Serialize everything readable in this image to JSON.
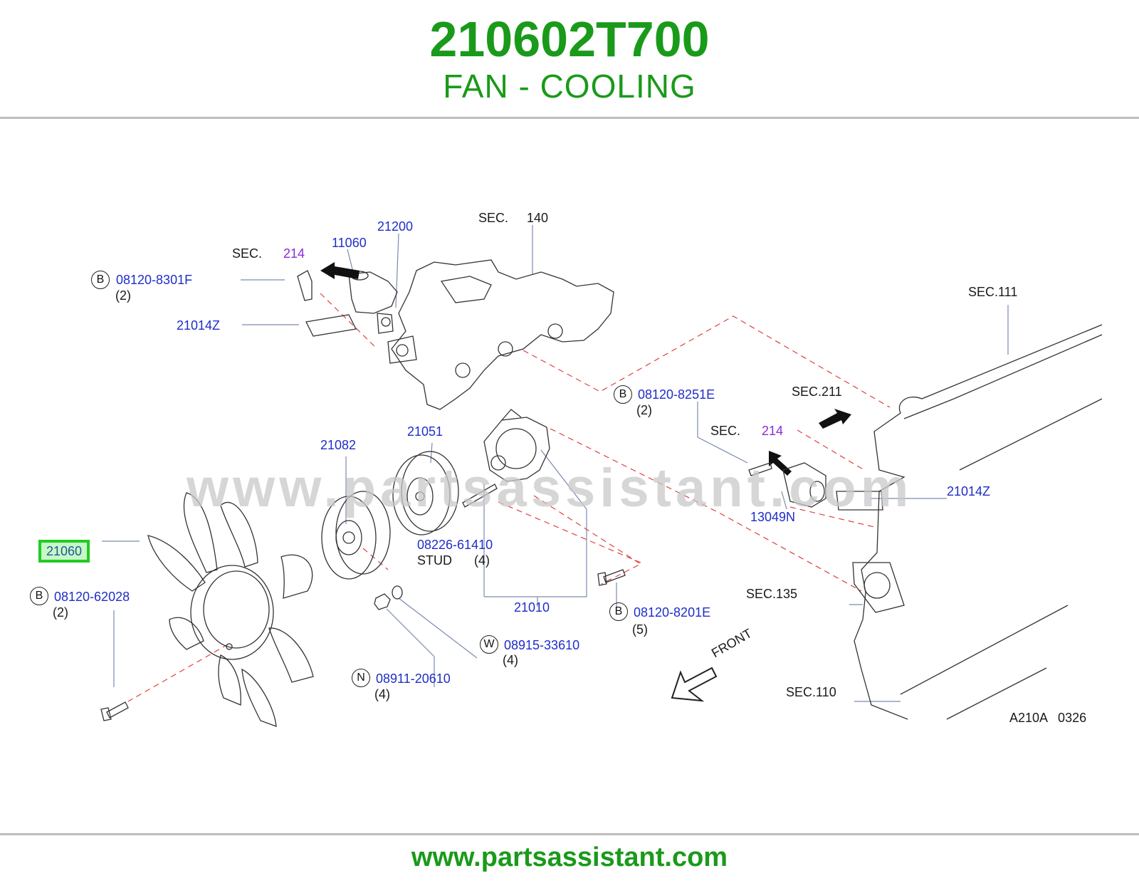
{
  "header": {
    "part_number": "210602T700",
    "title": "FAN - COOLING"
  },
  "watermark": "www.partsassistant.com",
  "footer": {
    "url": "www.partsassistant.com"
  },
  "diagram_code": "A210A   0326",
  "front_label": "FRONT",
  "callouts": {
    "c_21060": "21060",
    "c_08120_62028": "08120-62028",
    "c_08120_62028_qty": "(2)",
    "c_08120_62028_pfx": "B",
    "c_08120_8301f": "08120-8301F",
    "c_08120_8301f_qty": "(2)",
    "c_08120_8301f_pfx": "B",
    "c_21014z_top": "21014Z",
    "c_sec_top": "SEC.",
    "c_214_top": "214",
    "c_11060": "11060",
    "c_21200": "21200",
    "c_sec140": "SEC.",
    "c_sec140_num": "140",
    "c_sec111": "SEC.111",
    "c_08120_8251e": "08120-8251E",
    "c_08120_8251e_qty": "(2)",
    "c_08120_8251e_pfx": "B",
    "c_sec211": "SEC.211",
    "c_sec_mid": "SEC.",
    "c_214_mid": "214",
    "c_21014z_right": "21014Z",
    "c_13049n": "13049N",
    "c_21082": "21082",
    "c_21051": "21051",
    "c_08226_61410": "08226-61410",
    "c_stud": "STUD",
    "c_08226_qty": "(4)",
    "c_21010": "21010",
    "c_08120_8201e": "08120-8201E",
    "c_08120_8201e_qty": "(5)",
    "c_08120_8201e_pfx": "B",
    "c_08915_33610": "08915-33610",
    "c_08915_qty": "(4)",
    "c_08915_pfx": "W",
    "c_08911_20610": "08911-20610",
    "c_08911_qty": "(4)",
    "c_08911_pfx": "N",
    "c_sec135": "SEC.135",
    "c_sec110": "SEC.110"
  }
}
